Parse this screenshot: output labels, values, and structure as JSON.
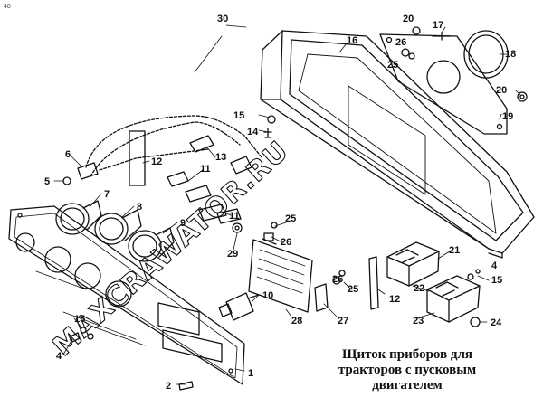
{
  "corner_mark": "40",
  "caption": {
    "line1": "Щиток приборов для",
    "line2": "тракторов с пусковым",
    "line3": "двигателем"
  },
  "watermark": "MAXCRAWATOR.RU",
  "callouts": [
    "1",
    "2",
    "4",
    "4",
    "5",
    "6",
    "7",
    "8",
    "9",
    "10",
    "11",
    "11",
    "12",
    "12",
    "13",
    "14",
    "15",
    "15",
    "15",
    "16",
    "17",
    "18",
    "19",
    "20",
    "20",
    "21",
    "22",
    "23",
    "24",
    "25",
    "25",
    "25",
    "26",
    "26",
    "26",
    "27",
    "28",
    "29",
    "30"
  ]
}
